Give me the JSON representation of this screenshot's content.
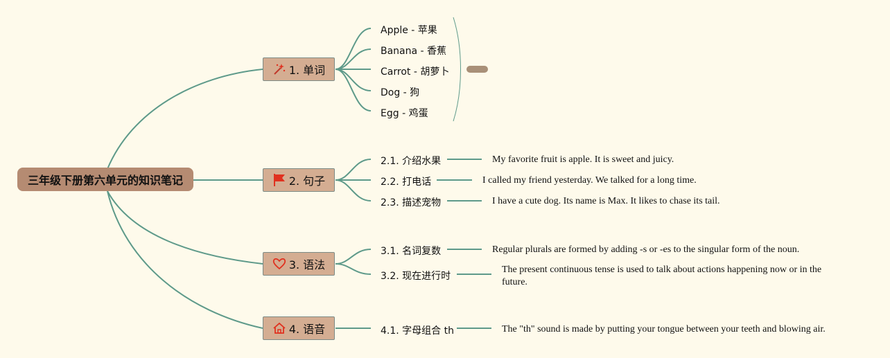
{
  "root": {
    "title": "三年级下册第六单元的知识笔记"
  },
  "branches": [
    {
      "label": "1. 单词",
      "icon": "magic-wand-icon",
      "children": [
        {
          "label": "Apple - 苹果"
        },
        {
          "label": "Banana - 香蕉"
        },
        {
          "label": "Carrot - 胡萝卜"
        },
        {
          "label": "Dog - 狗"
        },
        {
          "label": "Egg - 鸡蛋"
        }
      ]
    },
    {
      "label": "2. 句子",
      "icon": "flag-icon",
      "children": [
        {
          "label": "2.1. 介绍水果",
          "note": "My favorite fruit is apple. It is sweet and juicy."
        },
        {
          "label": "2.2. 打电话",
          "note": "I called my friend yesterday. We talked for a long time."
        },
        {
          "label": "2.3. 描述宠物",
          "note": "I have a cute dog. Its name is Max. It likes to chase its tail."
        }
      ]
    },
    {
      "label": "3. 语法",
      "icon": "heart-icon",
      "children": [
        {
          "label": "3.1. 名词复数",
          "note": "Regular plurals are formed by adding -s or -es to the singular form of the noun."
        },
        {
          "label": "3.2. 现在进行时",
          "note": "The present continuous tense is used to talk about actions happening now or in the future."
        }
      ]
    },
    {
      "label": "4. 语音",
      "icon": "home-icon",
      "children": [
        {
          "label": "4.1. 字母组合 th",
          "note": "The \"th\" sound is made by putting your tongue between your teeth and blowing air."
        }
      ]
    }
  ],
  "colors": {
    "background": "#fefaeb",
    "line": "#5e9a8a",
    "root": "#b58b72",
    "branch": "#d4ad92",
    "icon_red": "#e0311f"
  }
}
